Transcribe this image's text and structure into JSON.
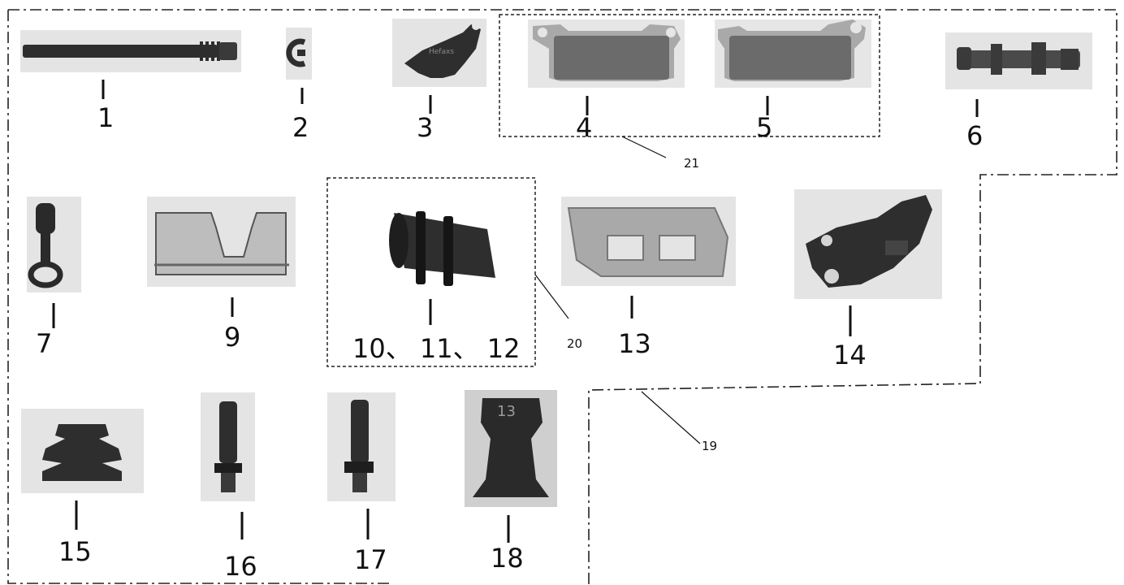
{
  "labels": {
    "p1": "1",
    "p2": "2",
    "p3": "3",
    "p4": "4",
    "p5": "5",
    "p6": "6",
    "p7": "7",
    "p9": "9",
    "p10_12": "10、 11、 12",
    "p13": "13",
    "p14": "14",
    "p15": "15",
    "p16": "16",
    "p17": "17",
    "p18": "18",
    "p19": "19",
    "p20": "20",
    "p21": "21",
    "part3_stamp": "Hefaxs",
    "part18_stamp": "13"
  },
  "colors": {
    "photo_background": "#e4e4e4",
    "part_dark": "#2e2e2e",
    "pad_friction": "#6b6b6b",
    "pad_plate": "#a9a9a9",
    "metal": "#bdbdbd"
  }
}
